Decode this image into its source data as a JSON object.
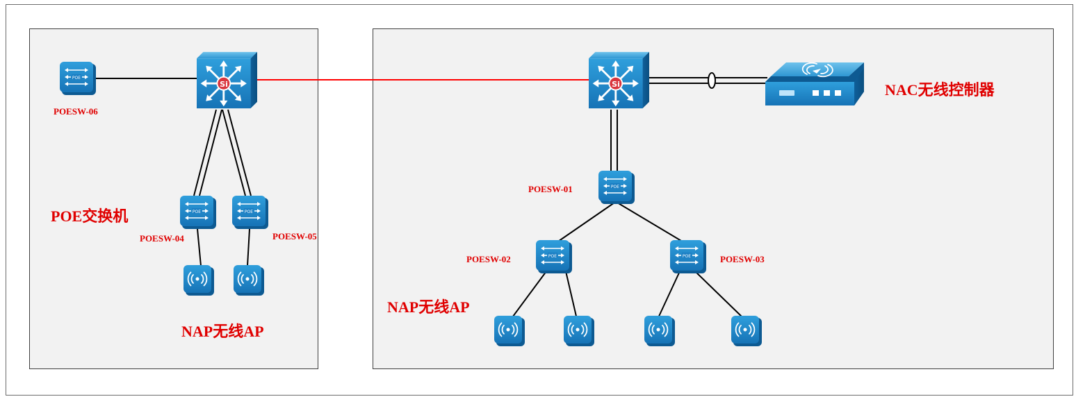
{
  "colors": {
    "label": "#e00000",
    "uplink": "#ff0000",
    "link": "#000000",
    "device_blue": "#1b7fc4",
    "zone_fill": "#f2f2f2"
  },
  "labels": {
    "poesw_06": "POESW-06",
    "poesw_04": "POESW-04",
    "poesw_05": "POESW-05",
    "poesw_01": "POESW-01",
    "poesw_02": "POESW-02",
    "poesw_03": "POESW-03",
    "left_poe_group": "POE交换机",
    "left_ap_group": "NAP无线AP",
    "right_ap_group": "NAP无线AP",
    "nac_controller": "NAC无线控制器"
  },
  "icons": {
    "core_switch": "layer3-switch-icon",
    "poe_switch": "poe-switch-icon",
    "access_point": "wireless-ap-icon",
    "controller": "wireless-controller-icon",
    "poe_text": "POE",
    "si_text": "Si"
  }
}
